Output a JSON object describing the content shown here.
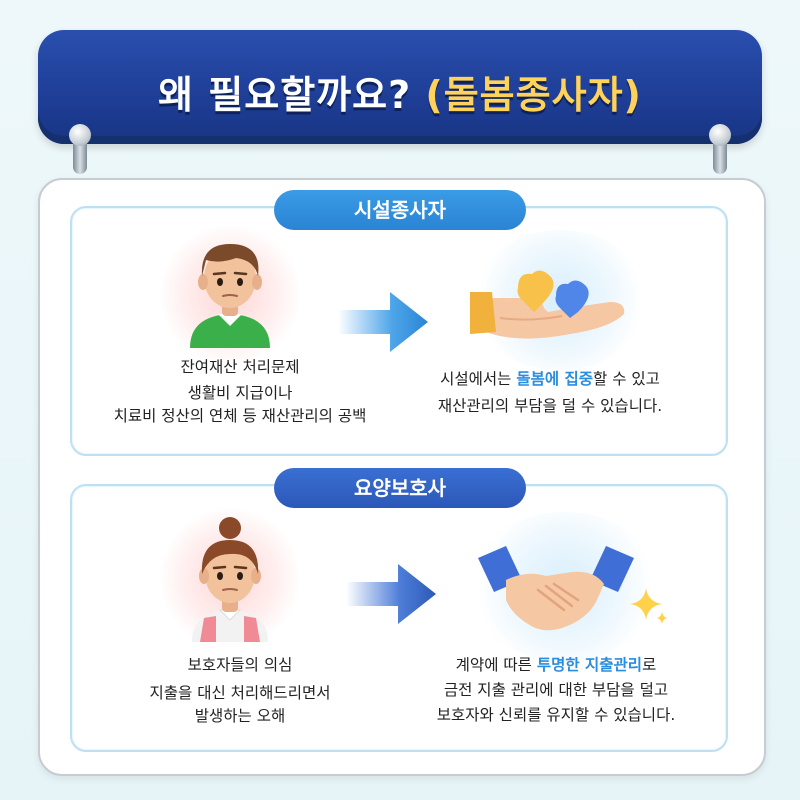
{
  "banner": {
    "title": "왜 필요할까요?",
    "subtitle": "(돌봄종사자)"
  },
  "sections": [
    {
      "label": "시설종사자",
      "problem_title": "잔여재산 처리문제",
      "problem_lines": [
        "생활비 지급이나",
        "치료비 정산의 연체 등 재산관리의 공백"
      ],
      "benefit_line1_pre": "시설에서는 ",
      "benefit_line1_highlight": "돌봄에 집중",
      "benefit_line1_post": "할 수 있고",
      "benefit_line2": "재산관리의 부담을 덜 수 있습니다.",
      "person_icon": "man-avatar-icon",
      "benefit_icon": "hearts-in-hand-icon"
    },
    {
      "label": "요양보호사",
      "problem_title": "보호자들의 의심",
      "problem_lines": [
        "지출을 대신 처리해드리면서",
        "발생하는 오해"
      ],
      "benefit_line1_pre": "계약에 따른 ",
      "benefit_line1_highlight": "투명한 지출관리",
      "benefit_line1_post": "로",
      "benefit_line2": "금전 지출 관리에 대한 부담을 덜고",
      "benefit_line3": "보호자와 신뢰를 유지할 수 있습니다.",
      "person_icon": "woman-avatar-icon",
      "benefit_icon": "handshake-icon"
    }
  ],
  "colors": {
    "banner": "#1f3f98",
    "banner_subtitle": "#ffd25a",
    "pill1": "#2a84d4",
    "pill2": "#2c58b8",
    "highlight": "#2a8ee0"
  }
}
